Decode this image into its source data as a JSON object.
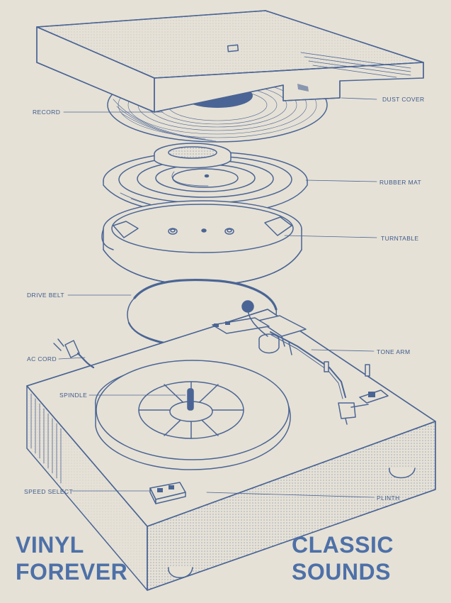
{
  "labels": {
    "dust_cover": "DUST COVER",
    "record": "RECORD",
    "rubber_mat": "RUBBER MAT",
    "turntable": "TURNTABLE",
    "drive_belt": "DRIVE BELT",
    "tone_arm": "TONE ARM",
    "ac_cord": "AC CORD",
    "spindle": "SPINDLE",
    "speed_select": "SPEED SELECT",
    "plinth": "PLINTH"
  },
  "slogan_left": {
    "line1": "VINYL",
    "line2": "FOREVER"
  },
  "slogan_right": {
    "line1": "CLASSIC",
    "line2": "SOUNDS"
  },
  "colors": {
    "paper": "#e6e1d6",
    "ink": "#4a6595",
    "text": "#3c5a8c",
    "slogan": "#4d70a8"
  }
}
